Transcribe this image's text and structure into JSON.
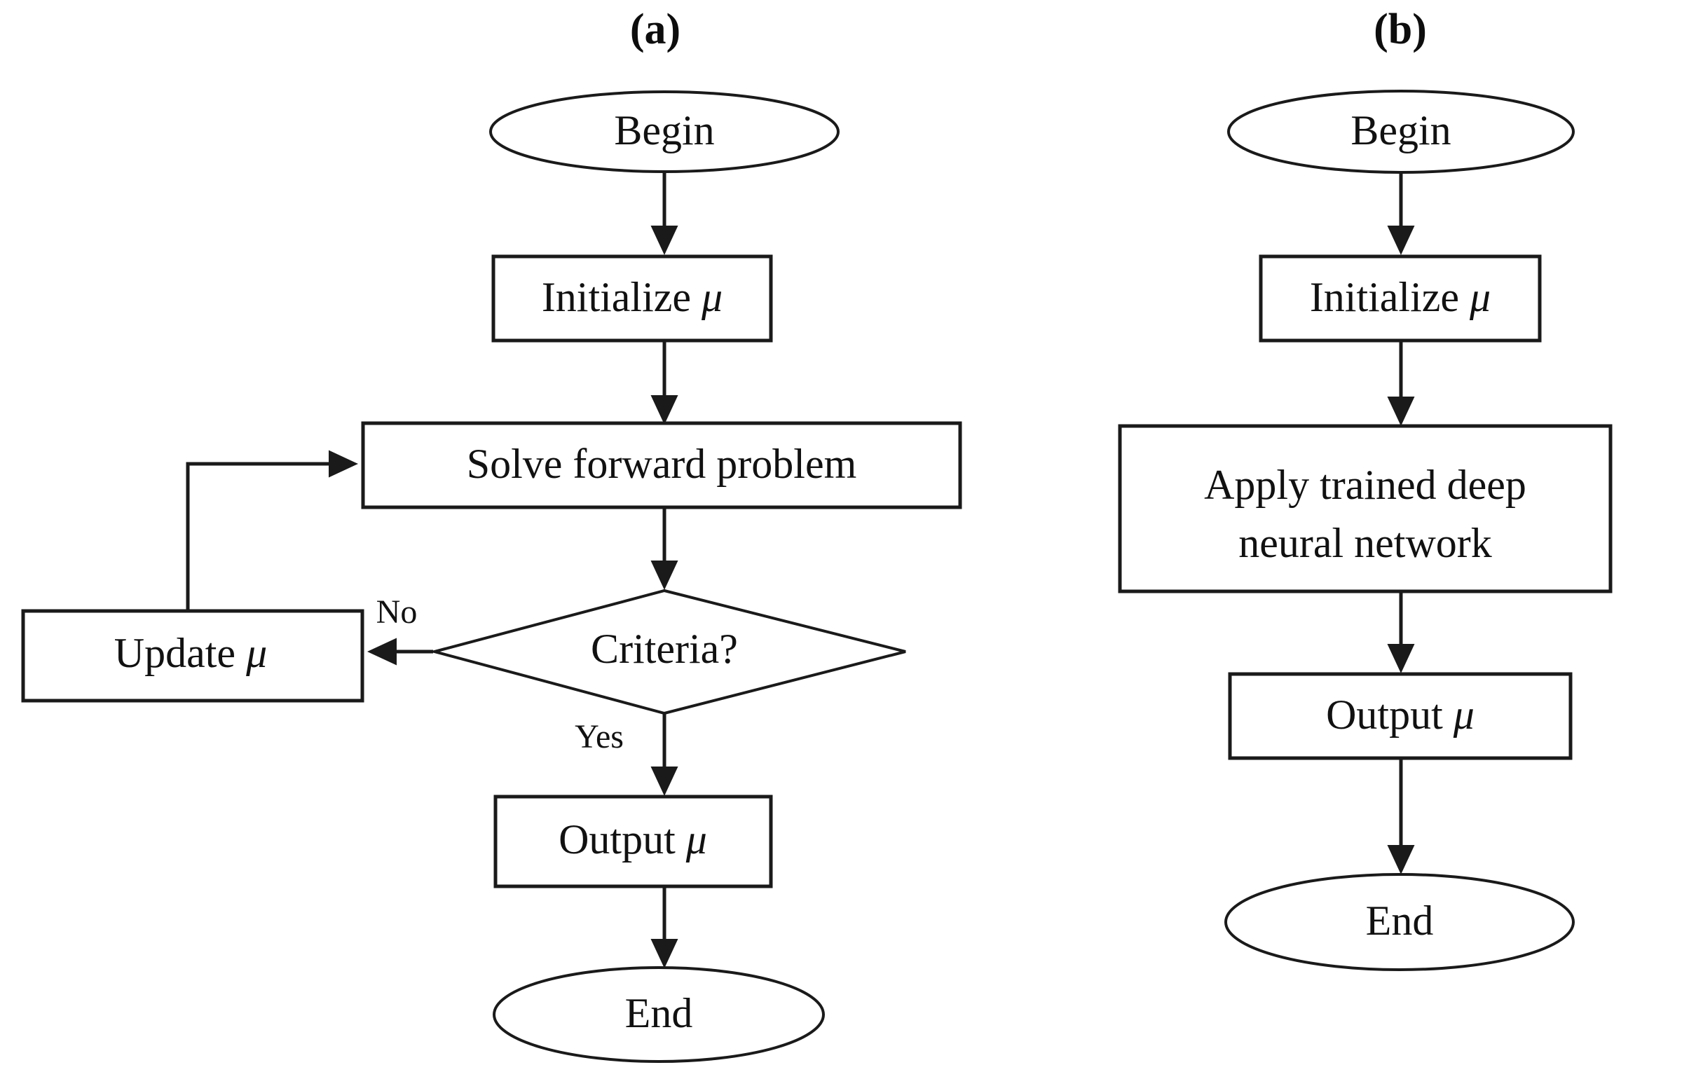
{
  "figure": {
    "type": "flowchart-comparison",
    "background_color": "#ffffff",
    "stroke_color": "#1a1a1a",
    "text_color": "#111111"
  },
  "panels": [
    {
      "id": "a",
      "label": "(a)",
      "nodes": {
        "begin": {
          "text": "Begin",
          "shape": "ellipse"
        },
        "initialize": {
          "text": "Initialize ",
          "symbol": "μ",
          "shape": "rect"
        },
        "solve": {
          "text": "Solve forward problem",
          "shape": "rect"
        },
        "criteria": {
          "text": "Criteria?",
          "shape": "diamond"
        },
        "update": {
          "text": "Update ",
          "symbol": "μ",
          "shape": "rect"
        },
        "output": {
          "text": "Output ",
          "symbol": "μ",
          "shape": "rect"
        },
        "end": {
          "text": "End",
          "shape": "ellipse"
        }
      },
      "edge_labels": {
        "no": "No",
        "yes": "Yes"
      }
    },
    {
      "id": "b",
      "label": "(b)",
      "nodes": {
        "begin": {
          "text": "Begin",
          "shape": "ellipse"
        },
        "initialize": {
          "text": "Initialize ",
          "symbol": "μ",
          "shape": "rect"
        },
        "apply": {
          "line1": "Apply trained deep",
          "line2": "neural network",
          "shape": "rect"
        },
        "output": {
          "text": "Output ",
          "symbol": "μ",
          "shape": "rect"
        },
        "end": {
          "text": "End",
          "shape": "ellipse"
        }
      }
    }
  ]
}
